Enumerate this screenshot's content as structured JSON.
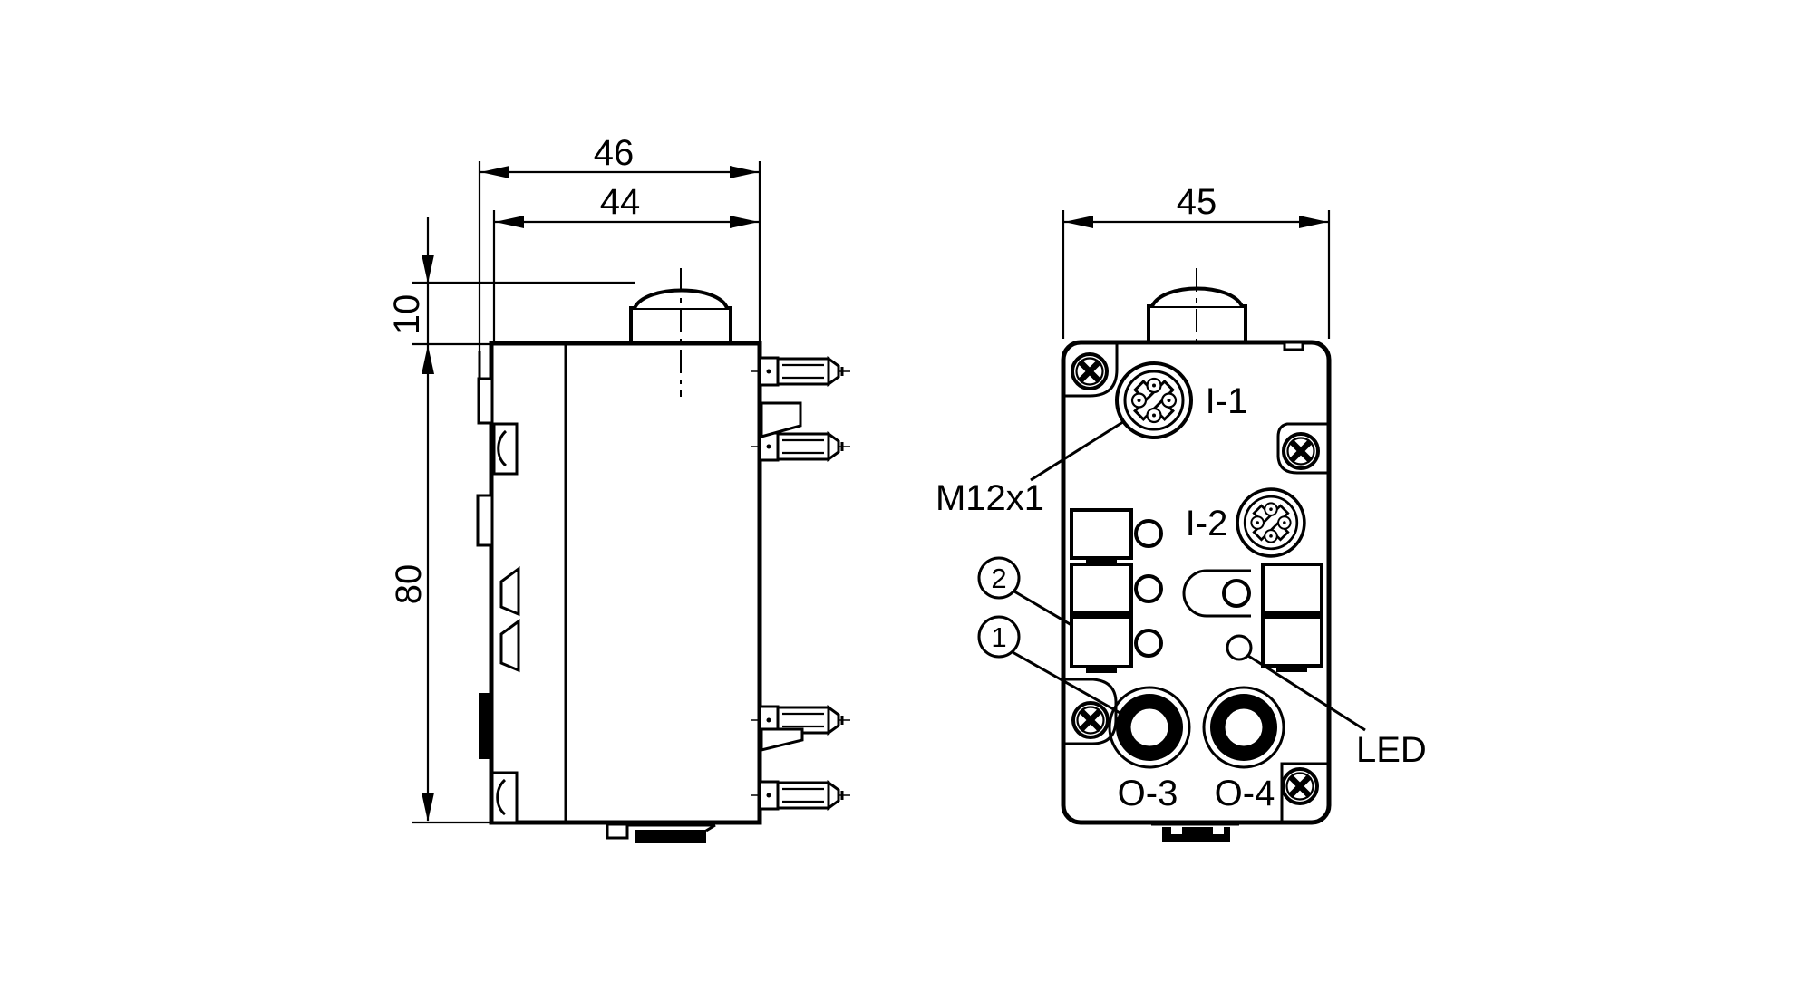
{
  "colors": {
    "line": "#000000",
    "background": "#ffffff"
  },
  "side_view": {
    "dim_overall_width": "46",
    "dim_housing_width": "44",
    "dim_connector_height": "10",
    "dim_housing_height": "80"
  },
  "front_view": {
    "dim_width": "45",
    "thread_label": "M12x1",
    "port_i1": "I-1",
    "port_i2": "I-2",
    "port_o3": "O-3",
    "port_o4": "O-4",
    "callout_2": "2",
    "callout_1": "1",
    "led_label": "LED"
  }
}
